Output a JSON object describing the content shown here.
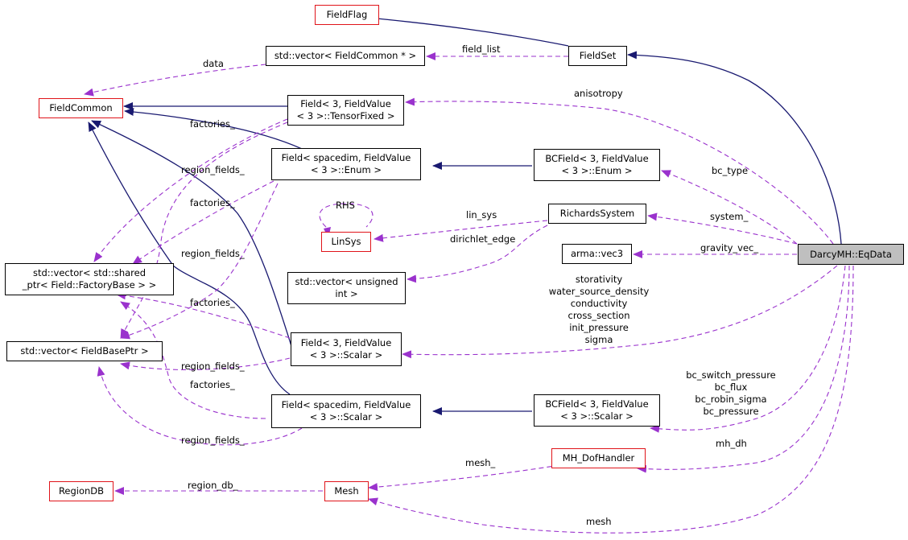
{
  "diagram": {
    "nodes": {
      "fieldflag": [
        "FieldFlag"
      ],
      "vec_fieldcommon": [
        "std::vector< FieldCommon * >"
      ],
      "fieldset": [
        "FieldSet"
      ],
      "fieldcommon": [
        "FieldCommon"
      ],
      "field_tensor": [
        "Field< 3, FieldValue",
        "< 3 >::TensorFixed >"
      ],
      "field_sd_enum": [
        "Field< spacedim, FieldValue",
        "< 3 >::Enum >"
      ],
      "bcfield_enum": [
        "BCField< 3, FieldValue",
        "< 3 >::Enum >"
      ],
      "richards": [
        "RichardsSystem"
      ],
      "linsys": [
        "LinSys"
      ],
      "vec_factory": [
        "std::vector< std::shared",
        "_ptr< Field::FactoryBase > >"
      ],
      "arma_vec3": [
        "arma::vec3"
      ],
      "eqdata": [
        "DarcyMH::EqData"
      ],
      "vec_unsigned": [
        "std::vector< unsigned",
        "int >"
      ],
      "vec_fieldbase": [
        "std::vector< FieldBasePtr >"
      ],
      "field_scalar": [
        "Field< 3, FieldValue",
        "< 3 >::Scalar >"
      ],
      "field_sd_scalar": [
        "Field< spacedim, FieldValue",
        "< 3 >::Scalar >"
      ],
      "bcfield_scalar": [
        "BCField< 3, FieldValue",
        "< 3 >::Scalar >"
      ],
      "mh_dofhandler": [
        "MH_DofHandler"
      ],
      "regiondb": [
        "RegionDB"
      ],
      "mesh": [
        "Mesh"
      ]
    },
    "edge_labels": {
      "data": "data",
      "field_list": "field_list",
      "anisotropy": "anisotropy",
      "factories_1": "factories_",
      "region_fields_1": "region_fields_",
      "factories_2": "factories_",
      "region_fields_2": "region_fields_",
      "factories_3": "factories_",
      "region_fields_3": "region_fields_",
      "factories_4": "factories_",
      "region_fields_4": "region_fields_",
      "bc_type": "bc_type",
      "rhs": "RHS",
      "lin_sys": "lin_sys",
      "dirichlet_edge": "dirichlet_edge",
      "system_": "system_",
      "gravity_vec_": "gravity_vec_",
      "scalar_fields": "storativity\nwater_source_density\nconductivity\ncross_section\ninit_pressure\nsigma",
      "bc_fields": "bc_switch_pressure\nbc_flux\nbc_robin_sigma\nbc_pressure",
      "mh_dh": "mh_dh",
      "mesh_": "mesh_",
      "region_db_": "region_db_",
      "mesh": "mesh"
    },
    "colors": {
      "inheritance": "#191970",
      "usage": "#9a32cd",
      "node_border": "#000000",
      "truncated_border": "#e0141a",
      "focus_fill": "#bfbfbf"
    }
  }
}
